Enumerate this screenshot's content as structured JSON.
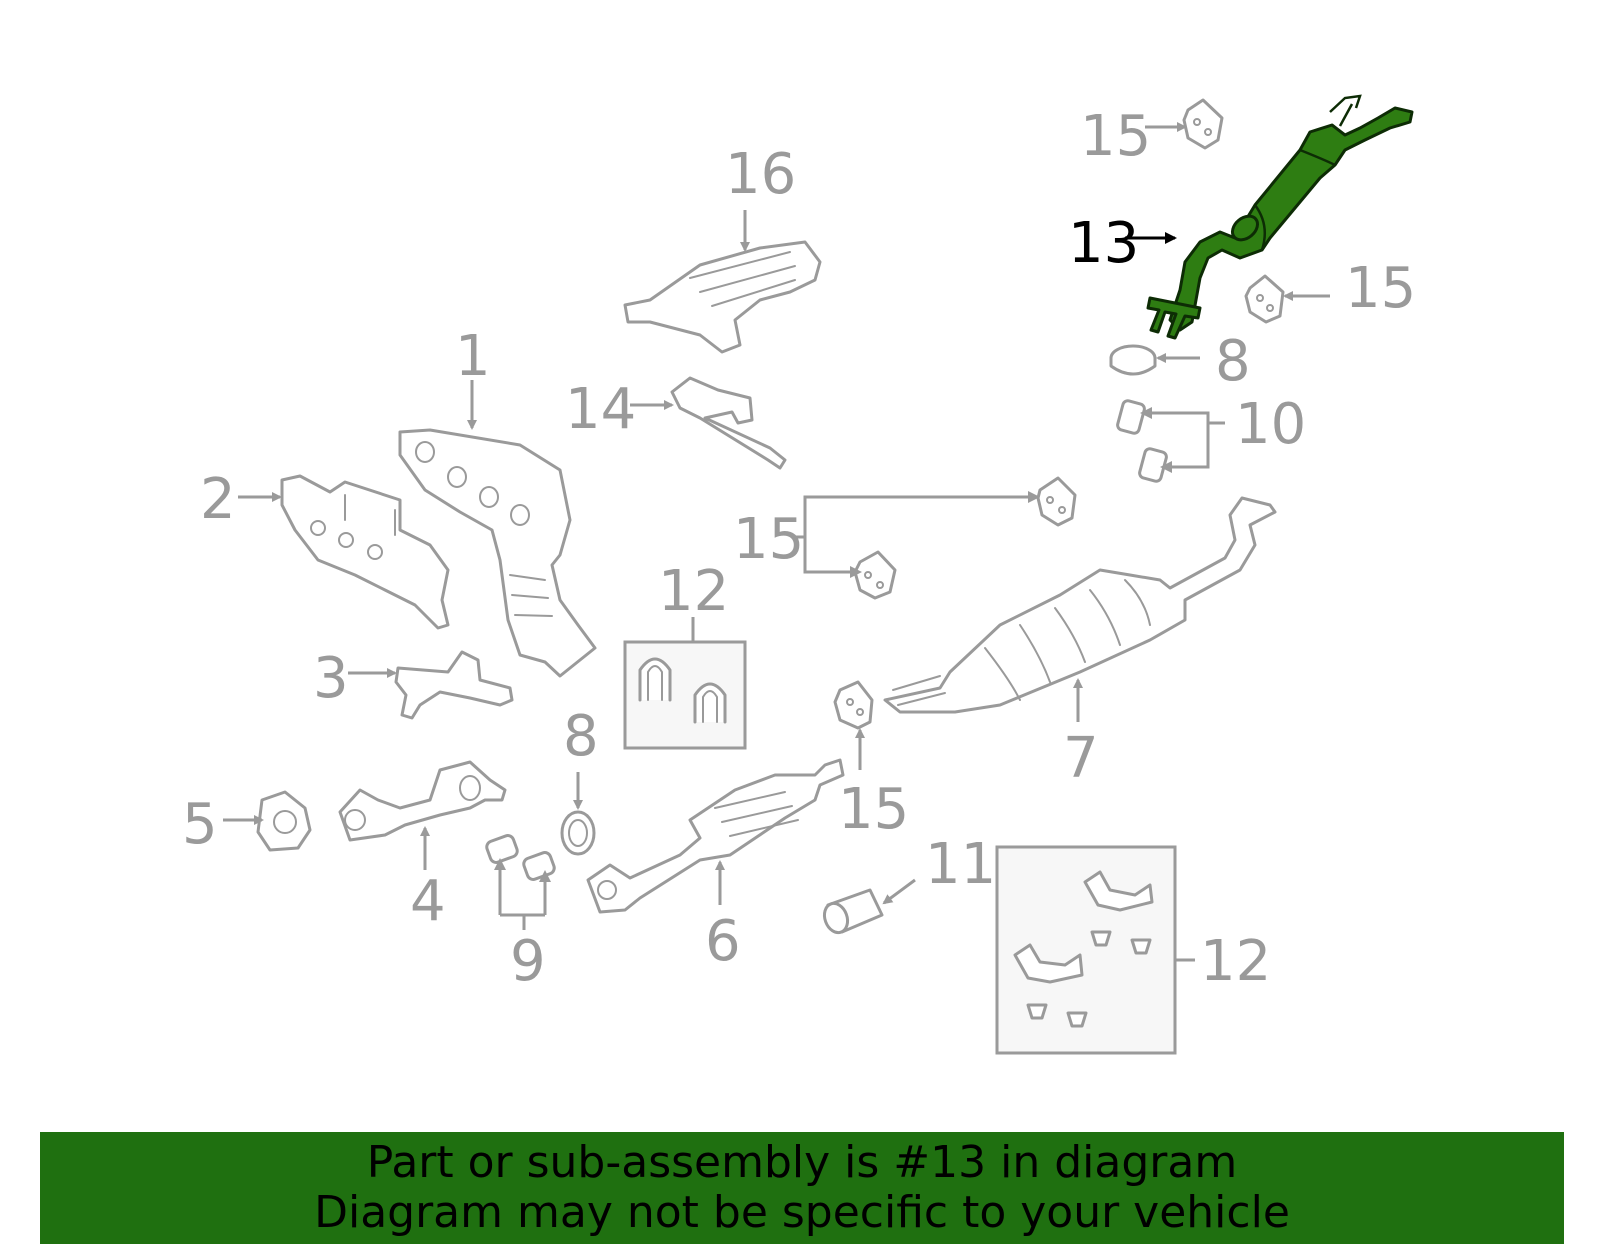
{
  "callouts": {
    "c1": "1",
    "c2": "2",
    "c3": "3",
    "c4": "4",
    "c5": "5",
    "c6": "6",
    "c7": "7",
    "c8a": "8",
    "c8b": "8",
    "c9": "9",
    "c10": "10",
    "c11": "11",
    "c12a": "12",
    "c12b": "12",
    "c13": "13",
    "c14": "14",
    "c15a": "15",
    "c15b": "15",
    "c15c": "15",
    "c15d": "15",
    "c16": "16"
  },
  "highlighted_part": "13",
  "colors": {
    "highlight_fill": "#2e7d12",
    "banner_background": "#1f7010",
    "part_outline": "#9a9a9a",
    "highlight_label": "#000000"
  },
  "banner": {
    "line1": "Part or sub-assembly is #13 in diagram",
    "line2": "Diagram may not be specific to your vehicle"
  }
}
